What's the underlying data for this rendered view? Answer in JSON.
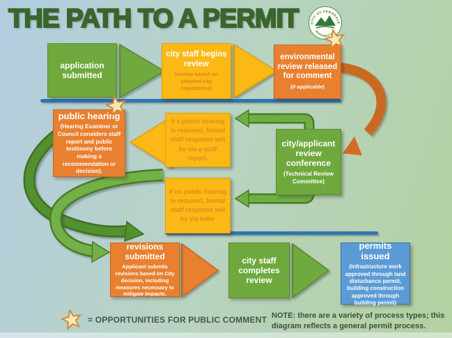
{
  "title": "THE PATH TO A PERMIT",
  "logo": {
    "top_text": "CITY OF FERNDALE",
    "bottom_text": "WASHINGTON"
  },
  "colors": {
    "green": "#6fa93e",
    "yellow": "#fcb815",
    "orange": "#e8802f",
    "blue": "#5b9bd5",
    "line_blue": "#2e74b5",
    "title_green": "#3a652c",
    "bg_blue": "#b2cde1",
    "bg_green": "#b3d1a0",
    "star_fill": "#f8e8b8",
    "star_stroke": "#d28a3a"
  },
  "boxes": {
    "application": {
      "title": "application submitted"
    },
    "staff_review": {
      "title": "city staff begins review",
      "sub": "(review based on adopted city regulations)"
    },
    "env_review": {
      "title": "environmental review released for comment",
      "sub": "(if applicable)"
    },
    "public_hearing": {
      "title": "public hearing",
      "sub": "(Hearing Examiner or Council considers staff report and public testimony before making a recommendation or decision)."
    },
    "hearing_required": {
      "text": "If a public hearing is required, formal staff response will be via a staff report."
    },
    "conference": {
      "title": "city/applicant review conference",
      "sub": "(Technical Review Committee)"
    },
    "no_hearing": {
      "text": "If no public hearing is required, formal staff response will be via letter"
    },
    "revisions": {
      "title": "revisions submitted",
      "sub": "Applicant submits revisions based on City decision, including measures necessary to mitigate impacts."
    },
    "completes_review": {
      "title": "city staff completes review"
    },
    "permits_issued": {
      "title": "permits issued",
      "sub": "(infrastructure work approved through land disturbance permit, building construction approved through building permit)"
    }
  },
  "legend": {
    "star_label": "= OPPORTUNITIES FOR PUBLIC COMMENT"
  },
  "note": "NOTE: there are a variety of process types; this diagram reflects a general permit process."
}
